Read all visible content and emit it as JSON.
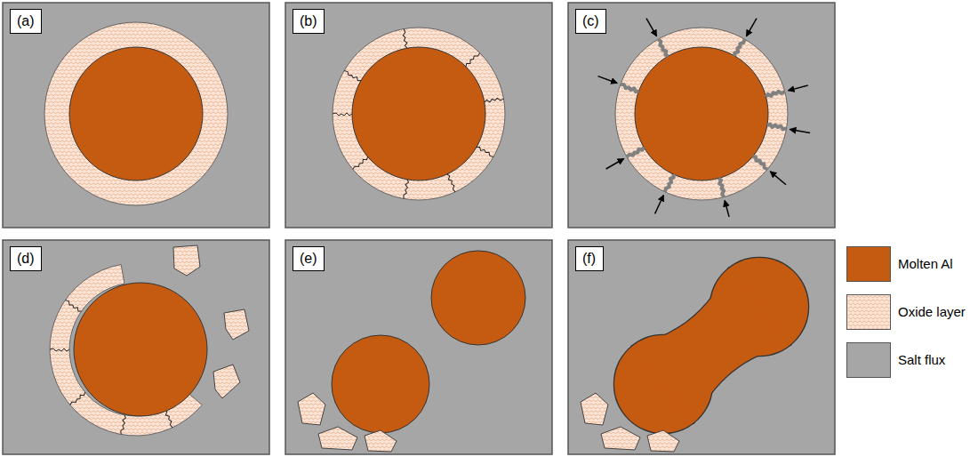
{
  "diagram": {
    "nodes": [
      {
        "text": [
          "(a)"
        ]
      },
      {
        "text": [
          "(b)"
        ]
      },
      {
        "text": [
          "(c)"
        ]
      },
      {
        "text": [
          "(d)"
        ]
      },
      {
        "text": [
          "(e)"
        ]
      },
      {
        "text": [
          "(f)"
        ]
      }
    ],
    "legend": [
      {
        "text": "Molten Al",
        "color": "#c55a11"
      },
      {
        "text": "Oxide layer"
      },
      {
        "text": "Salt flux",
        "color": "#a6a6a6"
      }
    ]
  }
}
